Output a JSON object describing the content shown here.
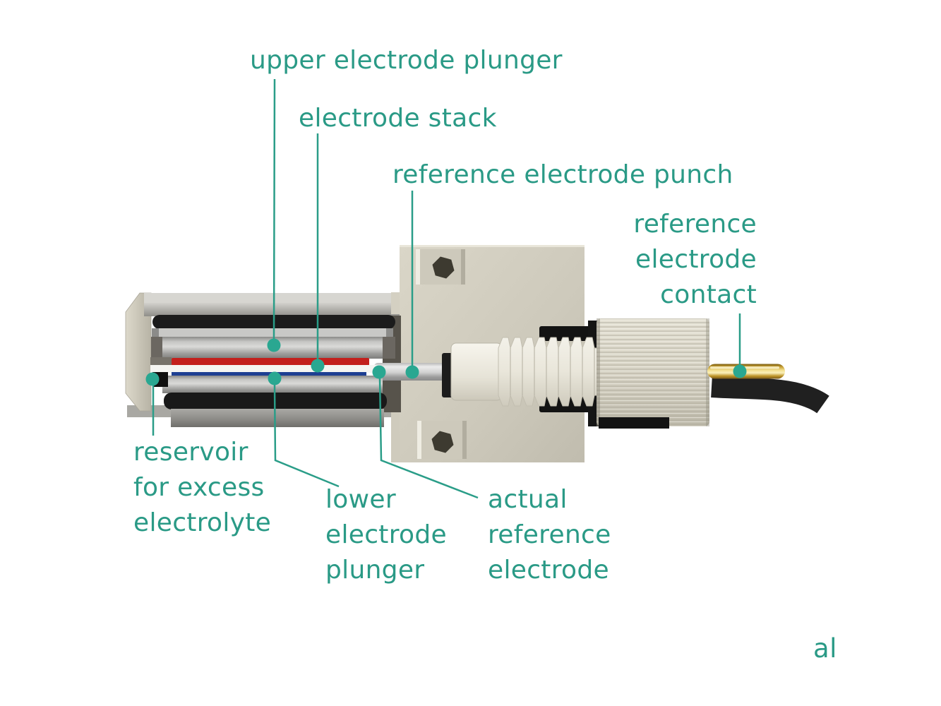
{
  "figure": {
    "type": "technical-cutaway-diagram",
    "subject": "electrochemical test cell cross-section with reference electrode feed-through"
  },
  "labels": {
    "upper_electrode_plunger": "upper electrode plunger",
    "electrode_stack": "electrode stack",
    "reference_electrode_punch": "reference electrode punch",
    "reference_electrode_contact": "reference\nelectrode\ncontact",
    "reservoir": "reservoir\nfor excess\nelectrolyte",
    "lower_electrode_plunger": "lower\nelectrode\nplunger",
    "actual_reference_electrode": "actual\nreference\nelectrode",
    "partial_text": "al"
  },
  "colors": {
    "label_teal": "#2a9a86",
    "marker_teal": "#2aa791",
    "electrode_red": "#c3201d",
    "separator_white": "#f5f5f2",
    "electrode_blue": "#1e3f92",
    "body_beige": "#cfcbbd",
    "seal_black": "#1b1b1b",
    "contact_gold": "#e7cd79",
    "steel_grey": "#c2c2c2"
  }
}
